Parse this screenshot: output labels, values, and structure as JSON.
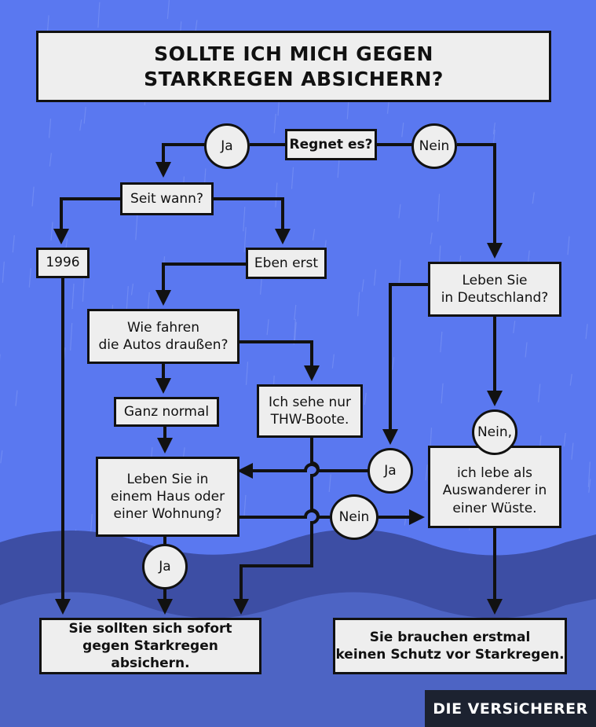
{
  "title": "SOLLTE ICH MICH GEGEN\nSTARKREGEN ABSICHERN?",
  "nodes": {
    "regnet": "Regnet es?",
    "ja_top": "Ja",
    "nein_top": "Nein",
    "seit_wann": "Seit wann?",
    "y1996": "1996",
    "eben_erst": "Eben erst",
    "wie_fahren": "Wie fahren\ndie Autos draußen?",
    "thw": "Ich sehe nur\nTHW-Boote.",
    "ganz_normal": "Ganz normal",
    "leben_haus": "Leben Sie in\neinem Haus oder\neiner Wohnung?",
    "ja_haus": "Ja",
    "nein_mid": "Nein",
    "leben_de": "Leben Sie\nin Deutschland?",
    "ja_de": "Ja",
    "nein_komma": "Nein,",
    "auswanderer": "ich lebe als\nAuswanderer in\neiner Wüste.",
    "result_left": "Sie sollten sich sofort\ngegen Starkregen absichern.",
    "result_right": "Sie brauchen erstmal\nkeinen Schutz vor Starkregen."
  },
  "brand": "DIE VERSiCHERER",
  "colors": {
    "sky": "#5a78f0",
    "wave_back": "#3d4ea4",
    "wave_front": "#4d64c4",
    "box": "#eeeeee",
    "line": "#111111",
    "brand_bg": "#1c2230"
  }
}
